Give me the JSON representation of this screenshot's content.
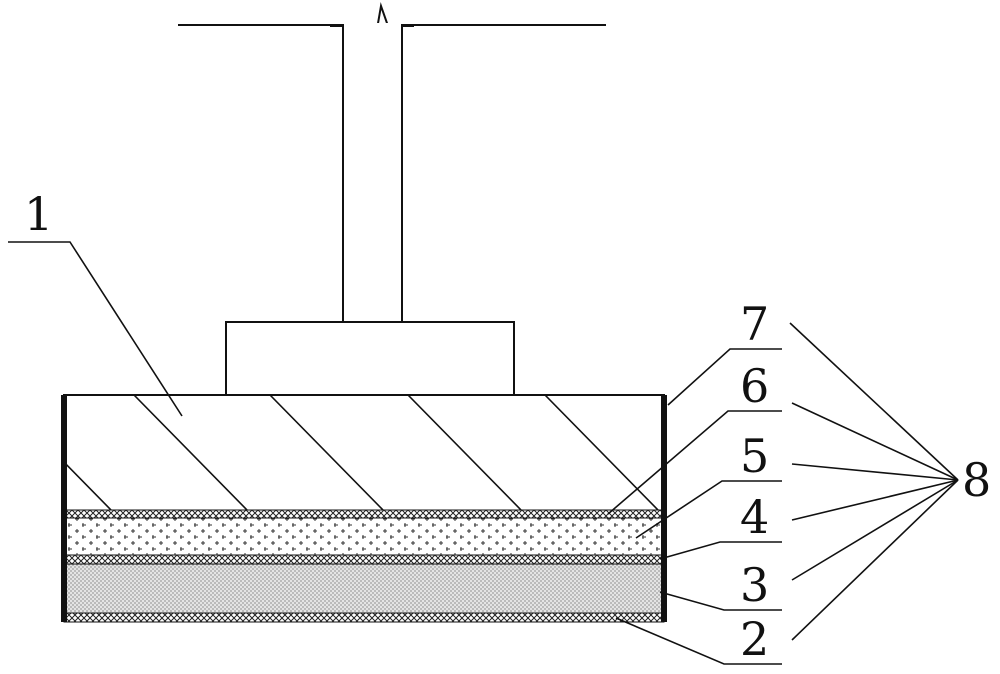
{
  "labels": {
    "l1": "1",
    "l2": "2",
    "l3": "3",
    "l4": "4",
    "l5": "5",
    "l6": "6",
    "l7": "7",
    "l8": "8"
  },
  "colors": {
    "line": "#111111",
    "fill": "#ffffff",
    "mesh": "#222222",
    "sand": "#555555"
  }
}
